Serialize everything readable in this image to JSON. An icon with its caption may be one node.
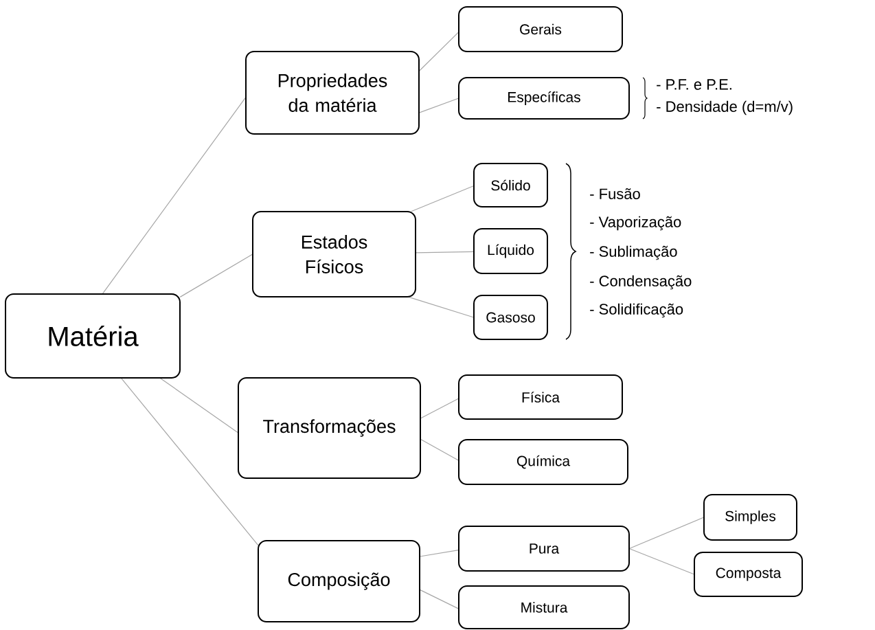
{
  "diagram": {
    "nodes": [
      {
        "text": [
          "Matéria"
        ]
      },
      {
        "text": [
          "Propriedades da matéria"
        ]
      },
      {
        "text": [
          "Gerais"
        ]
      },
      {
        "text": [
          "Específicas"
        ]
      },
      {
        "text": [
          "Estados Físicos"
        ]
      },
      {
        "text": [
          "Sólido"
        ]
      },
      {
        "text": [
          "Líquido"
        ]
      },
      {
        "text": [
          "Gasoso"
        ]
      },
      {
        "text": [
          "Transformações"
        ]
      },
      {
        "text": [
          "Física"
        ]
      },
      {
        "text": [
          "Química"
        ]
      },
      {
        "text": [
          "Composição"
        ]
      },
      {
        "text": [
          "Pura"
        ]
      },
      {
        "text": [
          "Mistura"
        ]
      },
      {
        "text": [
          "Simples"
        ]
      },
      {
        "text": [
          "Composta"
        ]
      }
    ],
    "edges": [
      {
        "from": 0,
        "to": 1,
        "arrow": "none"
      },
      {
        "from": 0,
        "to": 4,
        "arrow": "none"
      },
      {
        "from": 0,
        "to": 8,
        "arrow": "none"
      },
      {
        "from": 0,
        "to": 11,
        "arrow": "none"
      },
      {
        "from": 1,
        "to": 2,
        "arrow": "none"
      },
      {
        "from": 1,
        "to": 3,
        "arrow": "none"
      },
      {
        "from": 4,
        "to": 5,
        "arrow": "none"
      },
      {
        "from": 4,
        "to": 6,
        "arrow": "none"
      },
      {
        "from": 4,
        "to": 7,
        "arrow": "none"
      },
      {
        "from": 8,
        "to": 9,
        "arrow": "none"
      },
      {
        "from": 8,
        "to": 10,
        "arrow": "none"
      },
      {
        "from": 11,
        "to": 12,
        "arrow": "none"
      },
      {
        "from": 11,
        "to": 13,
        "arrow": "none"
      },
      {
        "from": 12,
        "to": 14,
        "arrow": "none"
      },
      {
        "from": 12,
        "to": 15,
        "arrow": "none"
      }
    ],
    "labels": [
      "- P.F. e P.E.",
      "- Densidade (d=m/v)",
      "- Fusão",
      "- Vaporização",
      "- Sublimação",
      "- Condensação",
      "- Solidificação"
    ]
  }
}
